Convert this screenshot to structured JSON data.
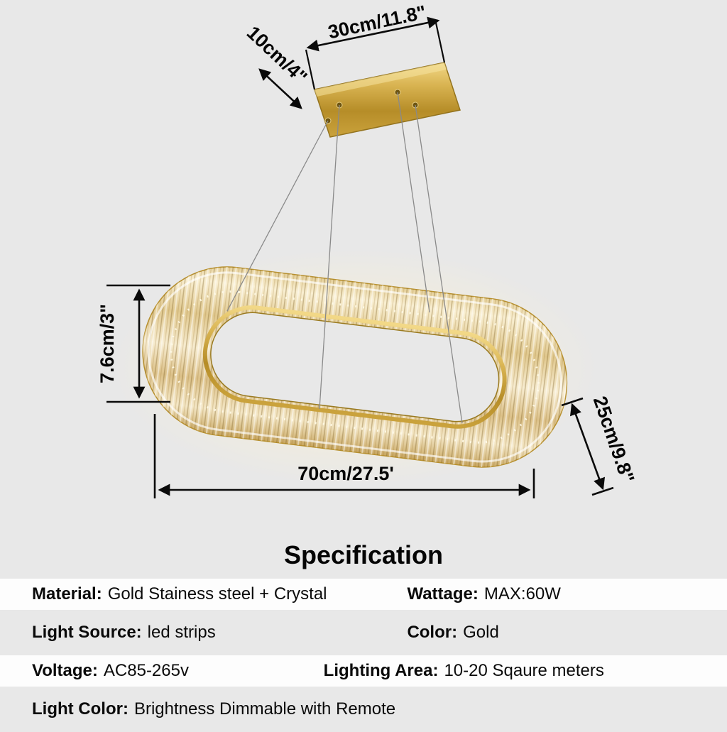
{
  "diagram": {
    "labels": {
      "canopy_depth": "10cm/4\"",
      "canopy_length": "30cm/11.8\"",
      "ring_height": "7.6cm/3\"",
      "ring_length": "70cm/27.5'",
      "ring_depth": "25cm/9.8\""
    },
    "colors": {
      "gold": "#c9a23a",
      "crystal": "#f0dfae",
      "background": "#e8e8e8"
    }
  },
  "specification": {
    "title": "Specification",
    "rows": [
      {
        "left_label": "Material:",
        "left_value": "Gold Stainess steel + Crystal",
        "right_label": "Wattage:",
        "right_value": "MAX:60W"
      },
      {
        "left_label": "Light Source:",
        "left_value": "led strips",
        "right_label": "Color:",
        "right_value": "Gold"
      },
      {
        "left_label": "Voltage:",
        "left_value": "AC85-265v",
        "right_label": "Lighting Area:",
        "right_value": "10-20 Sqaure meters"
      },
      {
        "left_label": "Light Color:",
        "left_value": "Brightness Dimmable with Remote"
      }
    ]
  }
}
